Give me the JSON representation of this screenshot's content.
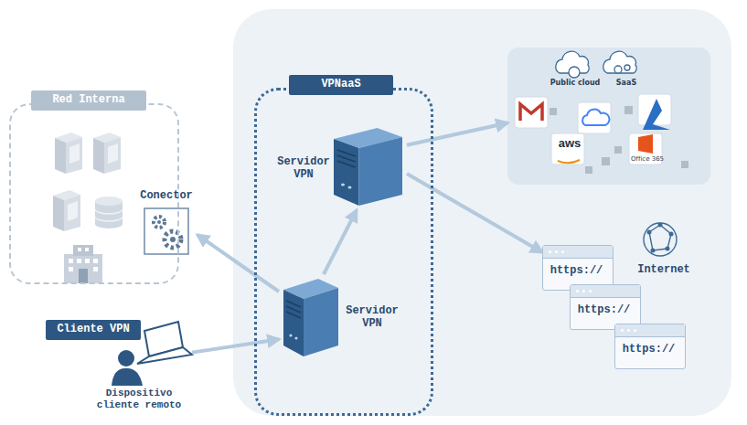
{
  "diagram": {
    "nodes": [
      {
        "text": [
          "Red Interna"
        ]
      },
      {
        "text": [
          "Conector"
        ]
      },
      {
        "text": [
          "VPNaaS"
        ]
      },
      {
        "text": [
          "Servidor VPN"
        ],
        "in": 2
      },
      {
        "text": [
          "Servidor VPN"
        ],
        "in": 2
      },
      {
        "text": [
          "Public cloud",
          "SaaS",
          "aws",
          "Office 365"
        ]
      },
      {
        "text": [
          "https://"
        ]
      },
      {
        "text": [
          "https://"
        ]
      },
      {
        "text": [
          "https://"
        ]
      },
      {
        "text": [
          "Cliente VPN",
          "Dispositivo cliente remoto"
        ]
      }
    ],
    "edges": [
      {
        "from": 9,
        "to": 4,
        "arrow": "to"
      },
      {
        "from": 4,
        "to": 1,
        "arrow": "to"
      },
      {
        "from": 4,
        "to": 3,
        "arrow": "to"
      },
      {
        "from": 3,
        "to": 5,
        "arrow": "to"
      },
      {
        "from": 3,
        "to": 6,
        "arrow": "to"
      }
    ],
    "labels": [
      "Internet"
    ]
  }
}
